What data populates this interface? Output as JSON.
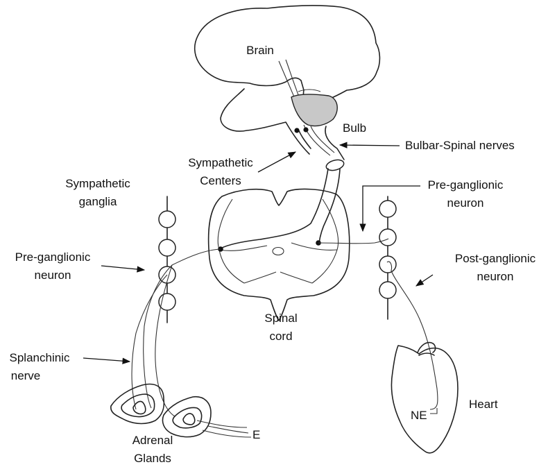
{
  "colors": {
    "line": "#222222",
    "bulb_shade": "#c8c8c8",
    "background": "#ffffff"
  },
  "labels": {
    "brain": "Brain",
    "bulb": "Bulb",
    "bulbar_spinal": "Bulbar-Spinal nerves",
    "symp_centers_1": "Sympathetic",
    "symp_centers_2": "Centers",
    "symp_ganglia_1": "Sympathetic",
    "symp_ganglia_2": "ganglia",
    "pre_left_1": "Pre-ganglionic",
    "pre_left_2": "neuron",
    "pre_right_1": "Pre-ganglionic",
    "pre_right_2": "neuron",
    "post_right_1": "Post-ganglionic",
    "post_right_2": "neuron",
    "spinal_1": "Spinal",
    "spinal_2": "cord",
    "splanch_1": "Splanchinic",
    "splanch_2": "nerve",
    "adrenal_1": "Adrenal",
    "adrenal_2": "Glands",
    "e": "E",
    "ne": "NE",
    "heart": "Heart"
  }
}
